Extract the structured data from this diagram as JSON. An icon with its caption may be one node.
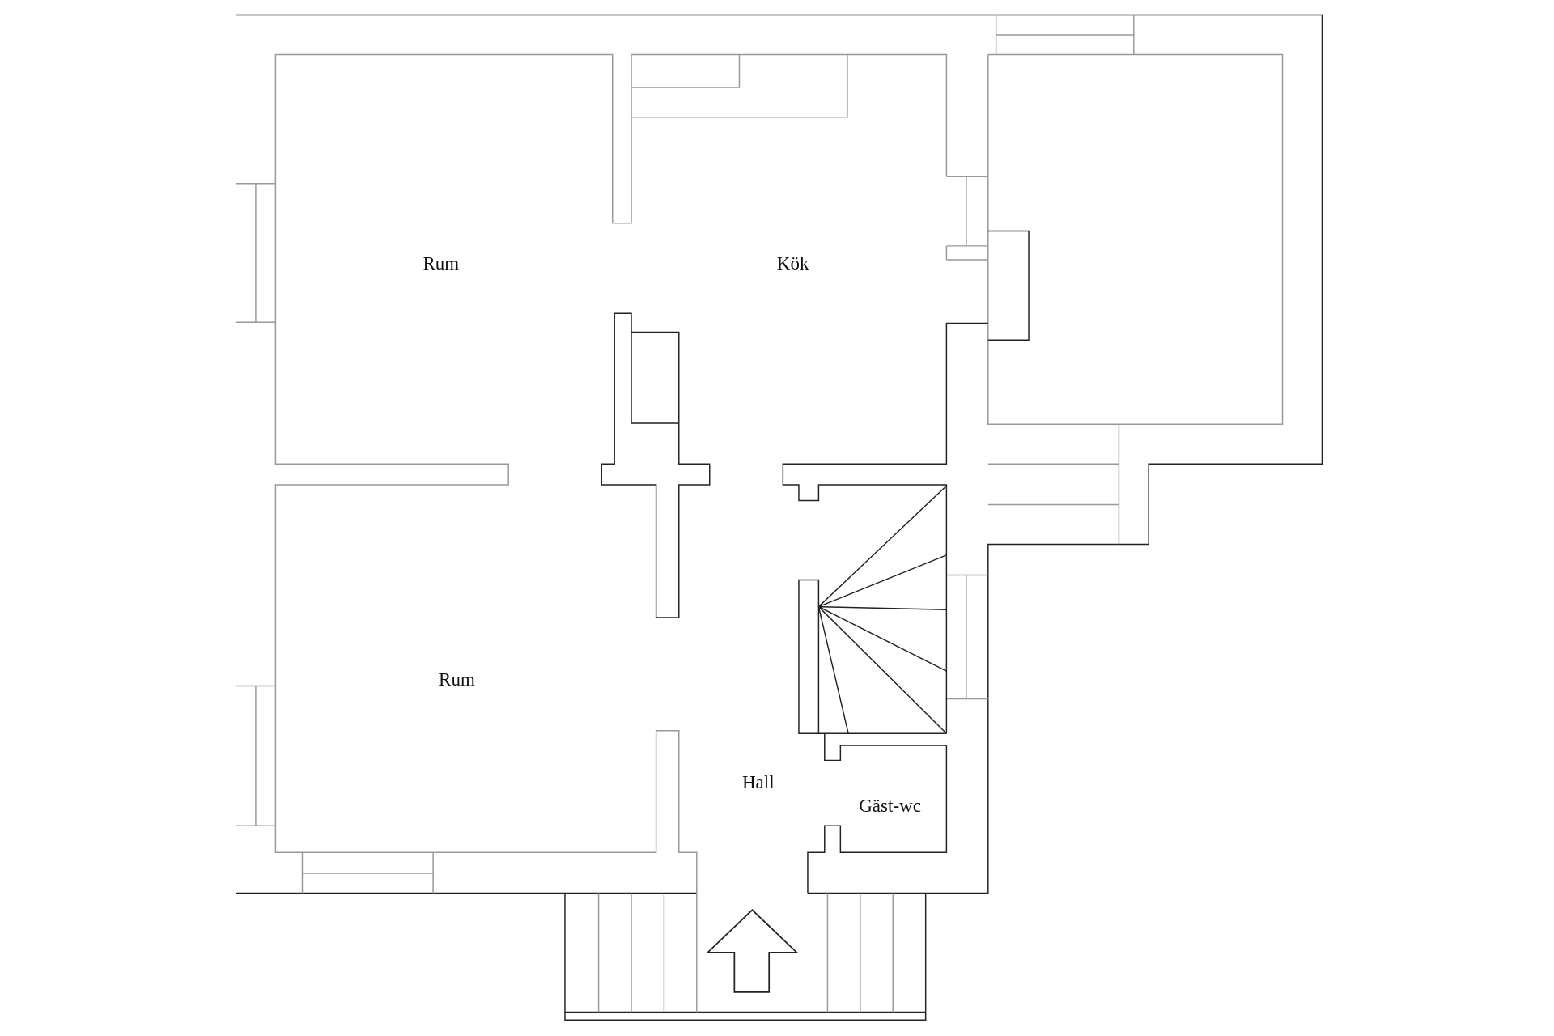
{
  "diagram": {
    "labels": [
      "Rum",
      "Kök",
      "Rum",
      "Hall",
      "Gäst-wc"
    ]
  }
}
